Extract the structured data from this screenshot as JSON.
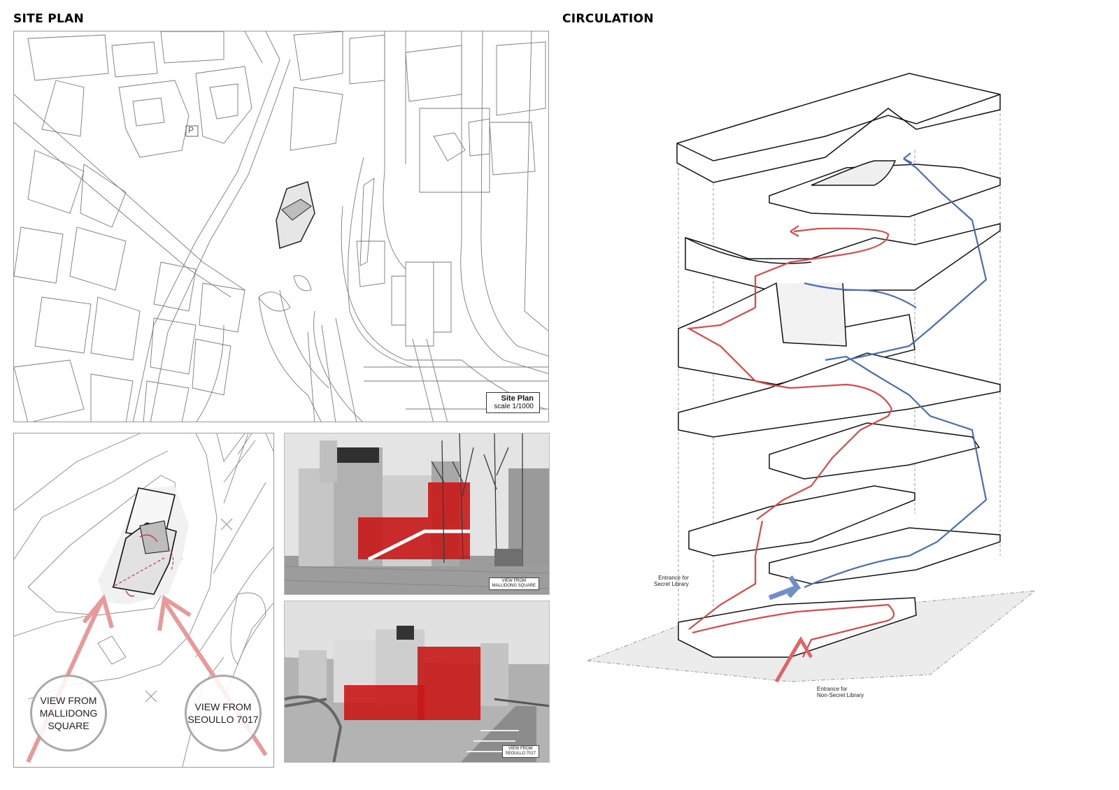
{
  "headings": {
    "site_plan": "SITE PLAN",
    "circulation": "CIRCULATION"
  },
  "site_plan": {
    "scale_title": "Site Plan",
    "scale_text": "scale 1/1000",
    "parking_symbol": "P"
  },
  "detail_plan": {
    "view_a": "VIEW FROM\nMALLIDONG\nSQUARE",
    "view_b": "VIEW FROM\nSEOULLO 7017"
  },
  "photos": [
    {
      "caption_1": "VIEW FROM",
      "caption_2": "MALLIDONG SQUARE"
    },
    {
      "caption_1": "VIEW FROM",
      "caption_2": "SEOULLO 7017"
    }
  ],
  "circulation": {
    "entrance_secret_1": "Entrance for",
    "entrance_secret_2": "Secret Library",
    "entrance_nonsecret_1": "Entrance for",
    "entrance_nonsecret_2": "Non-Secret Library"
  },
  "colors": {
    "red_path": "#d94a4a",
    "blue_path": "#4a6fb0",
    "building_red": "#c81818"
  }
}
